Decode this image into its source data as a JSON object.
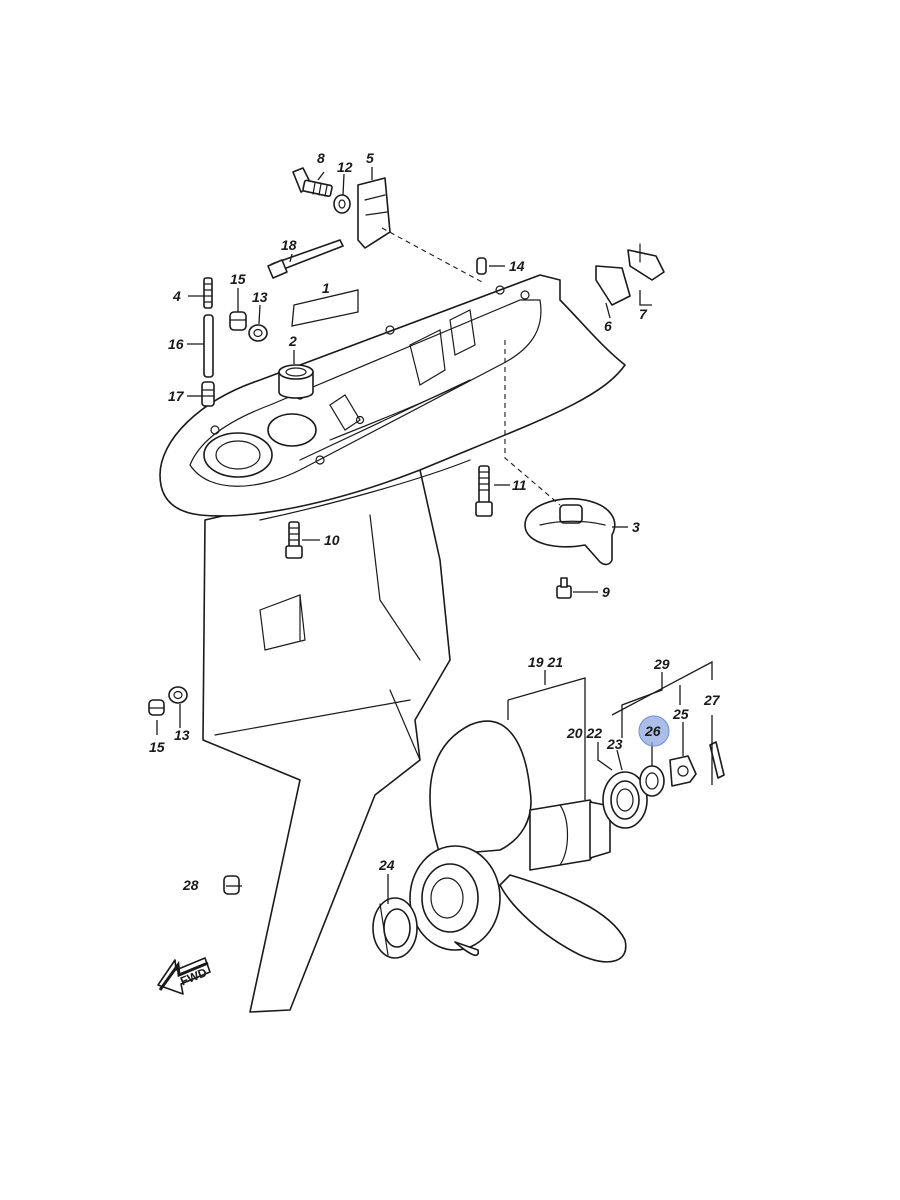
{
  "diagram": {
    "callouts": {
      "c1": "1",
      "c2": "2",
      "c3": "3",
      "c4": "4",
      "c5": "5",
      "c6": "6",
      "c7": "7",
      "c8": "8",
      "c9": "9",
      "c10": "10",
      "c11": "11",
      "c12": "12",
      "c13a": "13",
      "c13b": "13",
      "c14": "14",
      "c15a": "15",
      "c15b": "15",
      "c16": "16",
      "c17": "17",
      "c18": "18",
      "c1921": "19 21",
      "c2022": "20 22",
      "c23": "23",
      "c24": "24",
      "c25": "25",
      "c26": "26",
      "c27": "27",
      "c28": "28",
      "c29": "29"
    },
    "highlighted_part": "26",
    "highlight_color": "#8fa8e0",
    "fwd_label": "FWD"
  }
}
